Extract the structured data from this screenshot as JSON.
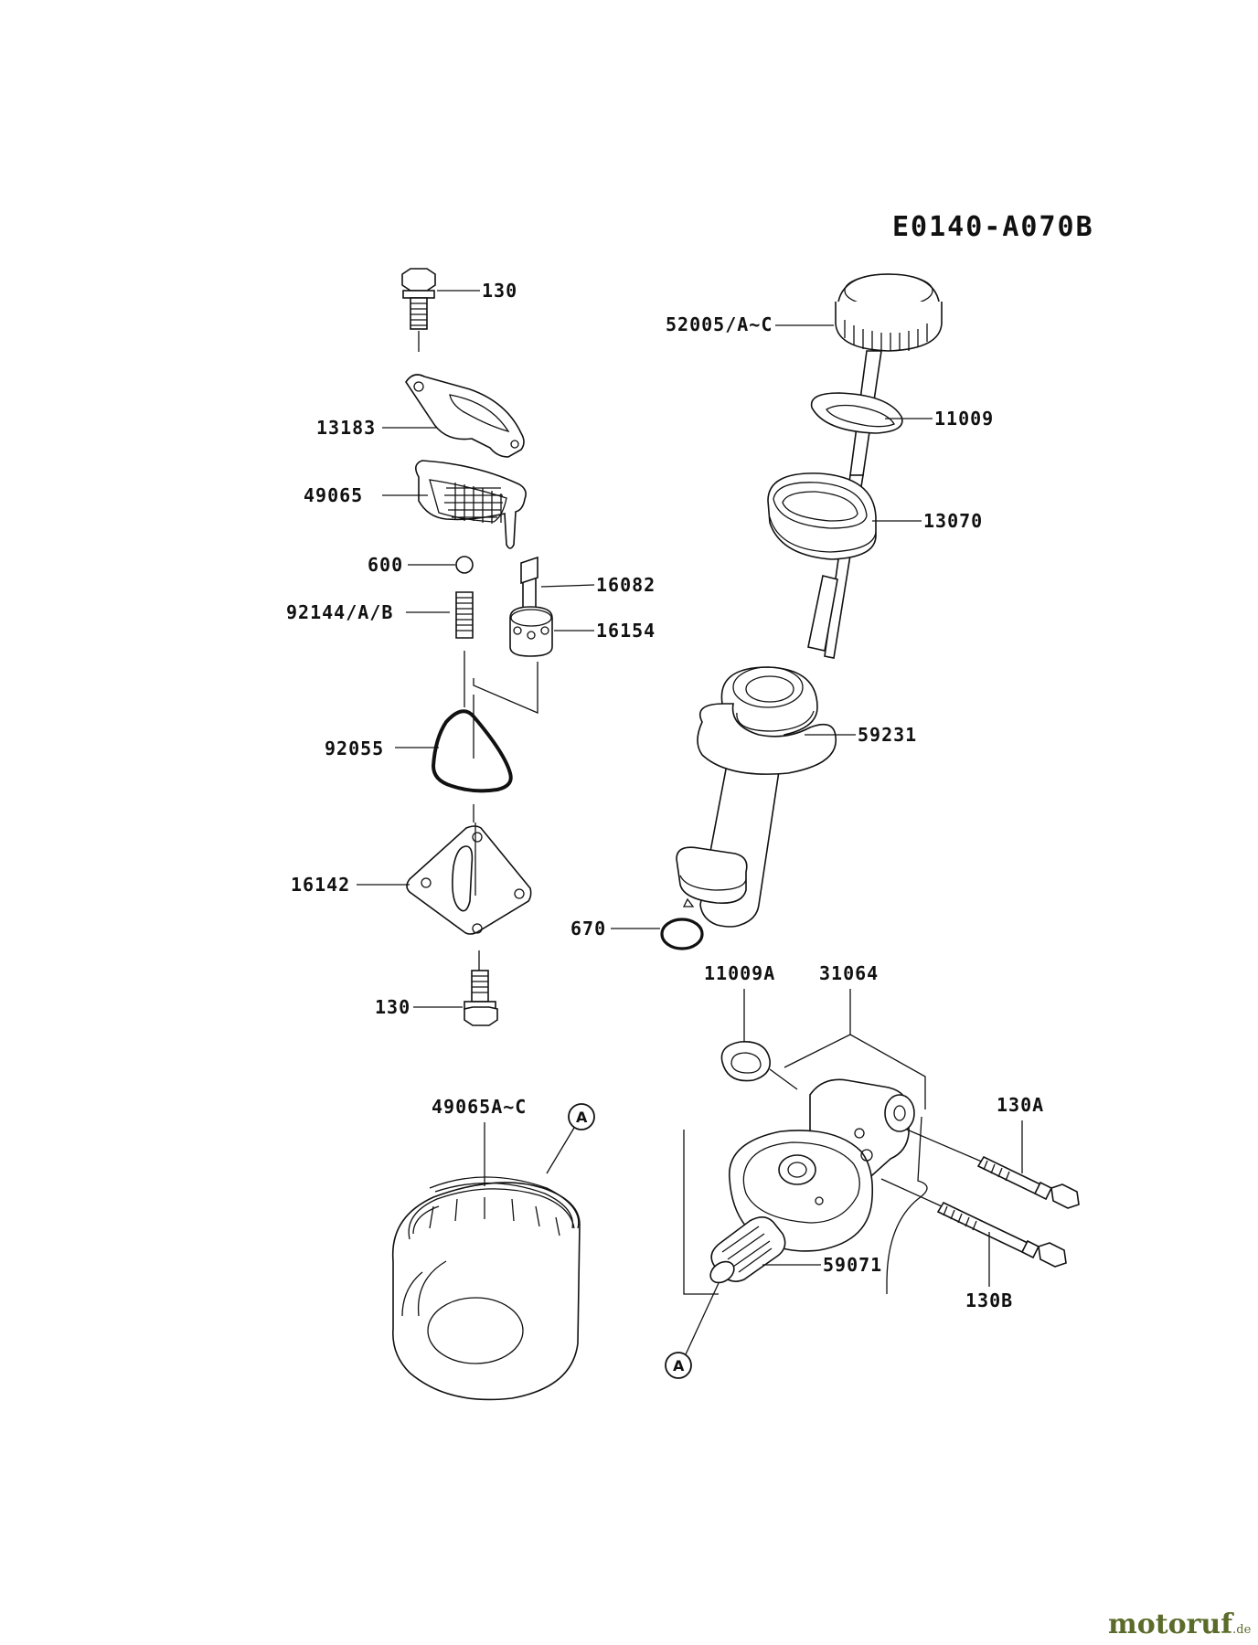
{
  "diagram_code": "E0140-A070B",
  "labels": {
    "bolt_top": "130",
    "cap": "52005/A~C",
    "oring_cap": "11009",
    "plate": "13183",
    "seal_gasket": "13070",
    "screen": "49065",
    "ball": "600",
    "rotor_outer_shaft": "16082",
    "spring": "92144/A/B",
    "rotor": "16154",
    "oring_large": "92055",
    "tube": "59231",
    "cover": "16142",
    "oring_small": "670",
    "bolt_bottom": "130",
    "oring_filter": "11009A",
    "filter_bracket": "31064",
    "oil_filter": "49065A~C",
    "bolt_a": "130A",
    "nipple": "59071",
    "bolt_b": "130B"
  },
  "ref_marks": {
    "a_top": "A",
    "a_bottom": "A"
  },
  "brand": {
    "name": "motoruf",
    "tld": ".de"
  }
}
